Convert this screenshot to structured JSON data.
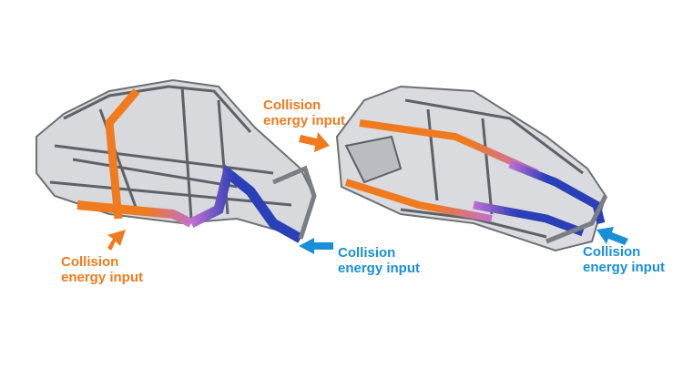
{
  "colors": {
    "orange": "#f07a1e",
    "blue": "#1a8fd8",
    "frame": "#8a8d92",
    "blue_member": "#2a3fb8"
  },
  "labels": [
    {
      "line1": "Collision",
      "line2": "energy input",
      "color": "orange"
    },
    {
      "line1": "Collision",
      "line2": "energy input",
      "color": "blue"
    },
    {
      "line1": "Collision",
      "line2": "energy input",
      "color": "orange"
    },
    {
      "line1": "Collision",
      "line2": "energy input",
      "color": "blue"
    }
  ]
}
